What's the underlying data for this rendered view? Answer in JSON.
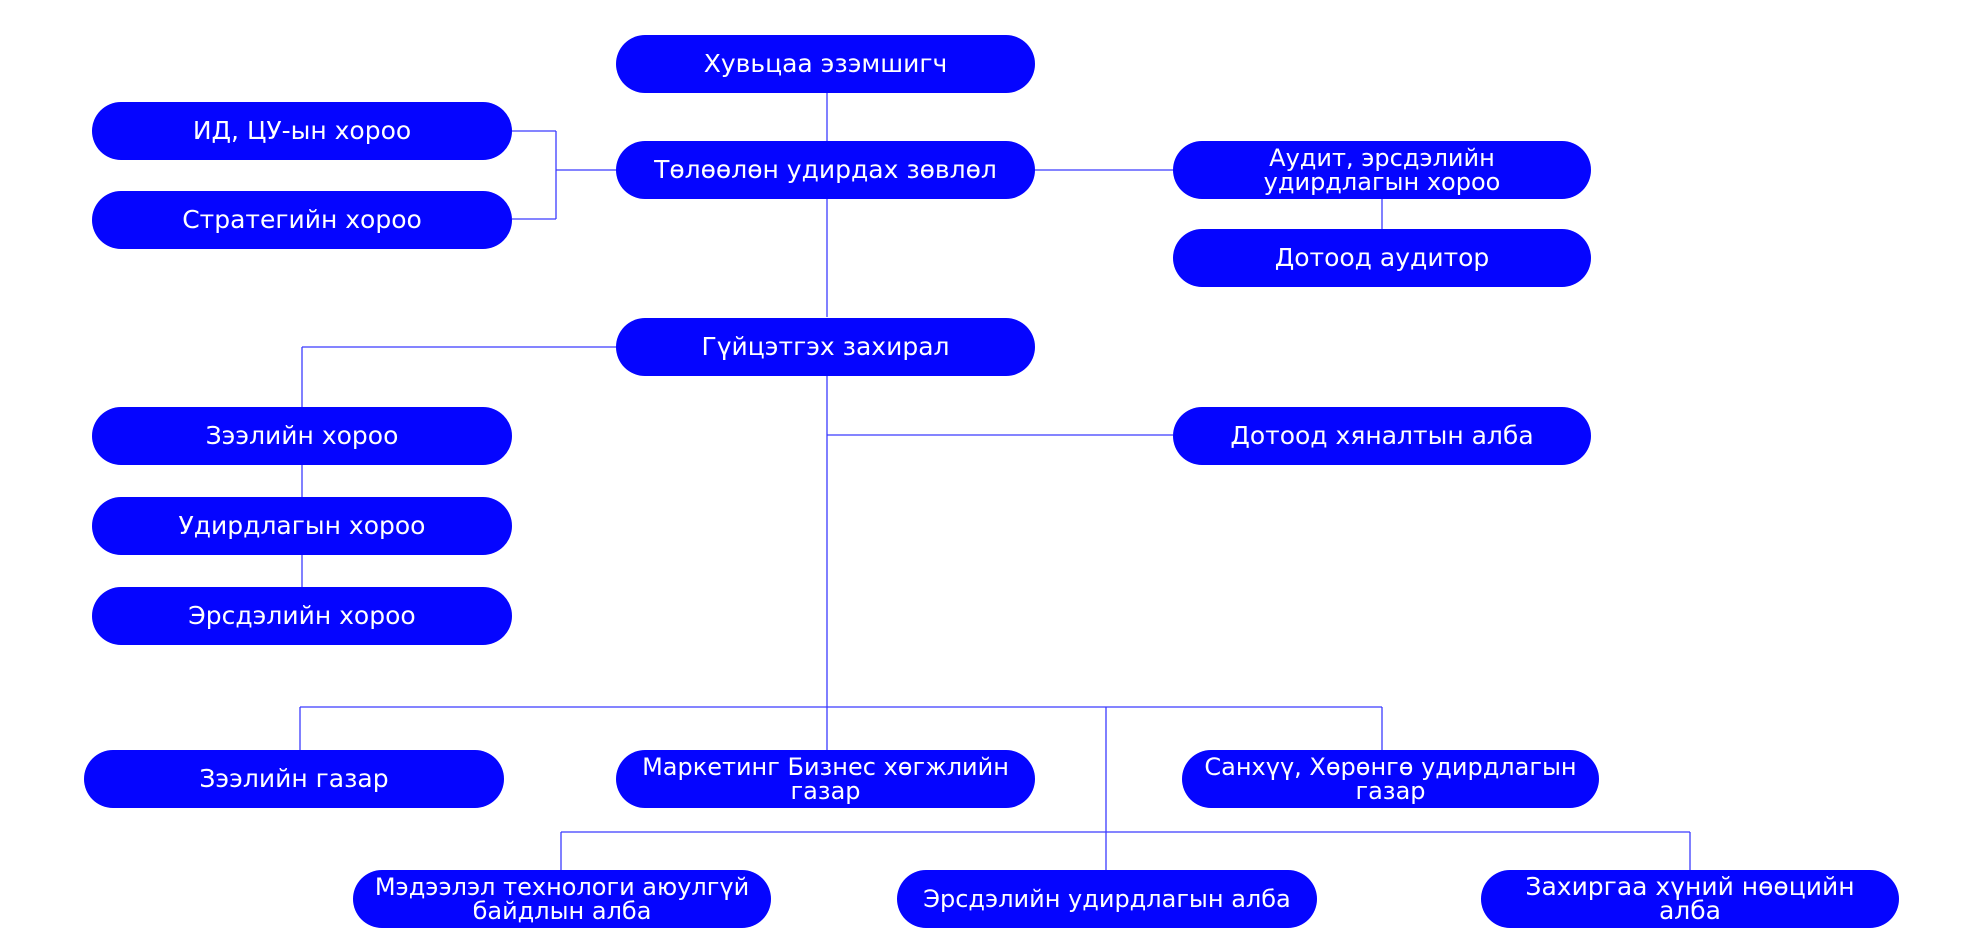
{
  "theme": {
    "node_color": "#0505ff",
    "line_color": "#3b3bff",
    "text_color": "#ffffff"
  },
  "nodes": {
    "shareholders": "Хувьцаа эзэмшигч",
    "board": "Төлөөлөн удирдах зөвлөл",
    "id_cu_committee": "ИД, ЦУ-ын хороо",
    "strategy_committee": "Стратегийн  хороо",
    "audit_risk_committee": "Аудит, эрсдэлийн удирдлагын хороо",
    "internal_auditor": "Дотоод  аудитор",
    "ceo": "Гүйцэтгэх захирал",
    "internal_control": "Дотоод хяналтын алба",
    "loan_committee": "Зээлийн хороо",
    "management_committee": "Удирдлагын хороо",
    "risk_committee": "Эрсдэлийн хороо",
    "loan_department": "Зээлийн газар",
    "marketing_department": "Маркетинг Бизнес хөгжлийн газар",
    "finance_department": "Санхүү, Хөрөнгө удирдлагын газар",
    "it_security_unit": "Мэдээлэл технологи аюулгүй байдлын алба",
    "risk_management_unit": "Эрсдэлийн удирдлагын алба",
    "admin_hr_unit": "Захиргаа хүний нөөцийн алба"
  }
}
